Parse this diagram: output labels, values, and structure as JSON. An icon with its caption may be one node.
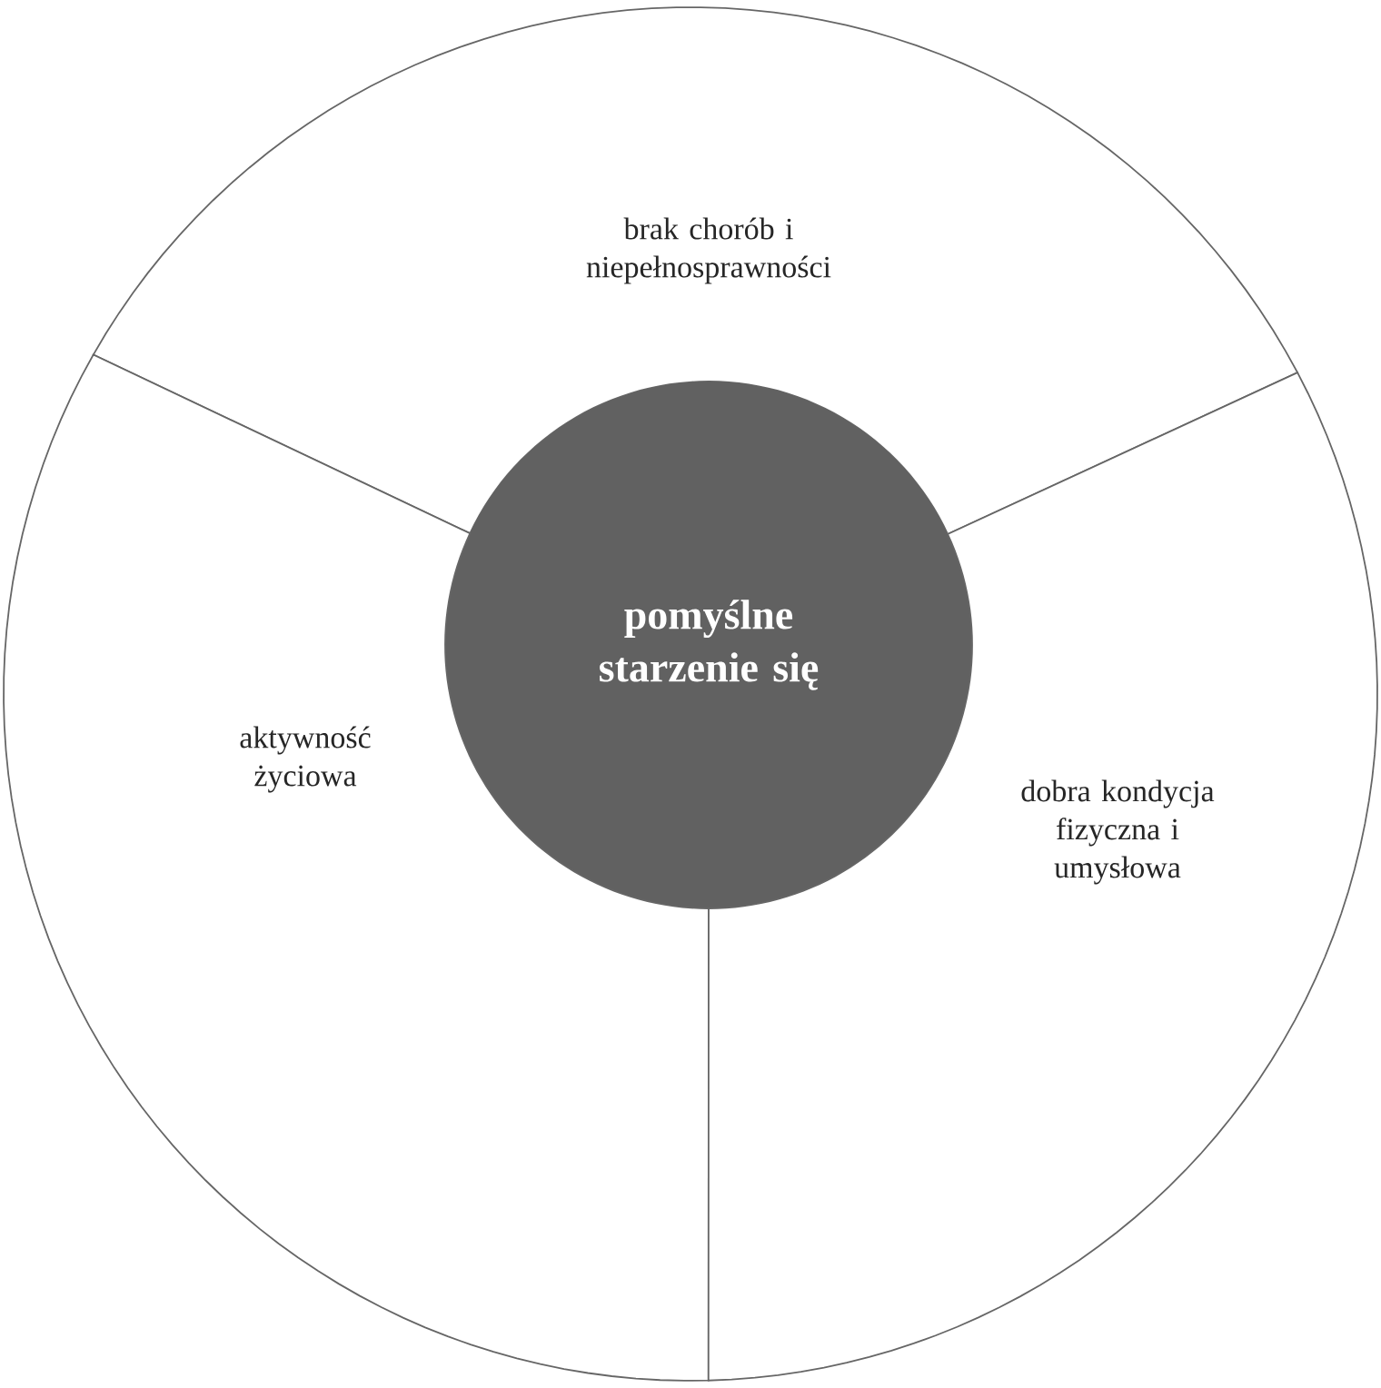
{
  "diagram": {
    "nodes": [
      {
        "text": [
          "brak chorób i niepełnosprawności"
        ]
      },
      {
        "text": [
          "pomyślne starzenie się"
        ]
      },
      {
        "text": [
          "aktywność życiowa"
        ]
      },
      {
        "text": [
          "dobra kondycja fizyczna i umysłowa"
        ]
      }
    ]
  }
}
